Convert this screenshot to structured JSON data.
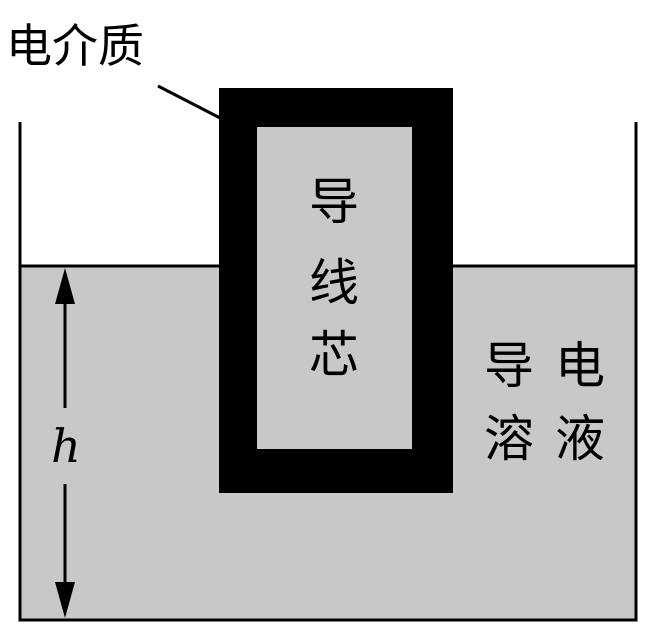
{
  "labels": {
    "dielectric": "电介质",
    "wire_core": [
      "导",
      "线",
      "芯"
    ],
    "solution": [
      [
        "导",
        "电"
      ],
      [
        "溶",
        "液"
      ]
    ],
    "height_symbol": "h"
  },
  "colors": {
    "liquid": "#c8c8c8",
    "core": "#c8c8c8",
    "dielectric": "#000000",
    "stroke": "#000000",
    "background": "#ffffff"
  }
}
